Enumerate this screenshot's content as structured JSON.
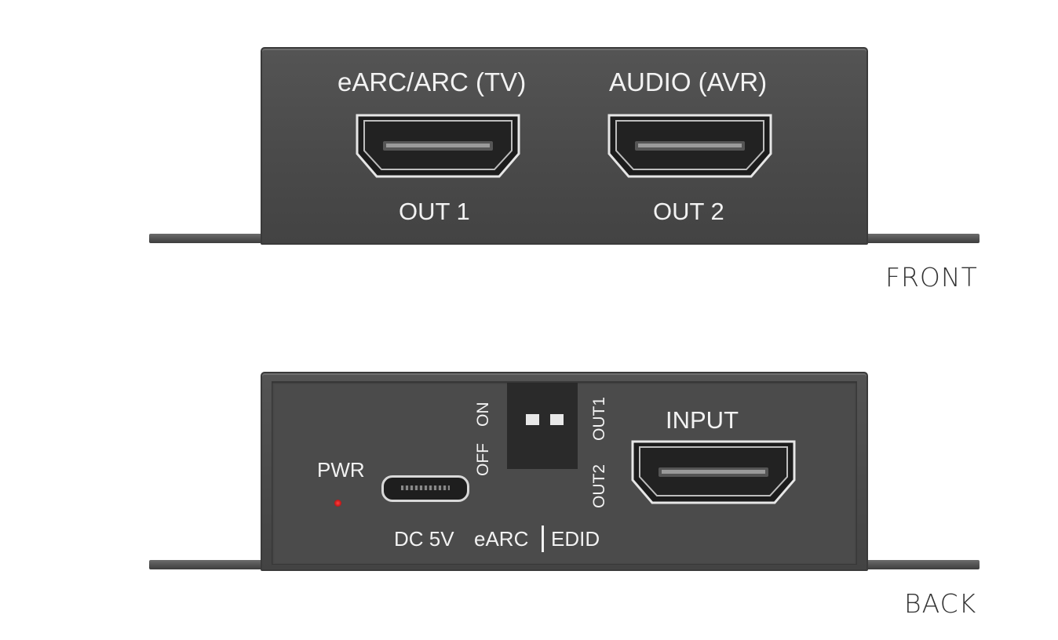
{
  "front": {
    "caption": "FRONT",
    "port1_top_label": "eARC/ARC (TV)",
    "port1_bottom_label": "OUT 1",
    "port2_top_label": "AUDIO (AVR)",
    "port2_bottom_label": "OUT 2"
  },
  "back": {
    "caption": "BACK",
    "pwr_label": "PWR",
    "dc_label": "DC 5V",
    "earc_label": "eARC",
    "edid_label": "EDID",
    "switch_on_label": "ON",
    "switch_off_label": "OFF",
    "switch_out1_label": "OUT1",
    "switch_out2_label": "OUT2",
    "input_label": "INPUT"
  },
  "colors": {
    "housing": "#4a4a4a",
    "label_text": "#f2f2f2",
    "led": "#cc1a1a",
    "background": "#ffffff"
  }
}
